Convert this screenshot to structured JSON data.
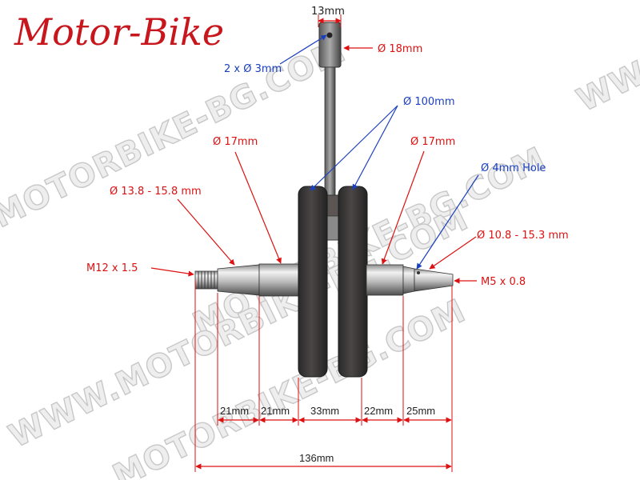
{
  "brand": {
    "title": "Motor-Bike",
    "color": "#c8161d"
  },
  "watermark": {
    "text": "MOTORBIKE-BG.COM",
    "text_full": "WWW.MOTORBIKE-BG.COM",
    "text_partial": "WW"
  },
  "colors": {
    "red_label": "#dd1111",
    "blue_label": "#1a3fbf"
  },
  "labels": {
    "conrod_width": "13mm",
    "pin_holes": "2 x Ø 3mm",
    "small_end": "Ø 18mm",
    "flywheel_dia": "Ø 100mm",
    "left_journal": "Ø 17mm",
    "right_journal": "Ø 17mm",
    "oil_hole": "Ø 4mm Hole",
    "left_taper": "Ø 13.8 - 15.8 mm",
    "right_taper": "Ø 10.8 - 15.3 mm",
    "left_thread": "M12 x 1.5",
    "right_thread": "M5 x 0.8"
  },
  "dimensions": {
    "segments": [
      "21mm",
      "21mm",
      "33mm",
      "22mm",
      "25mm"
    ],
    "total": "136mm"
  }
}
